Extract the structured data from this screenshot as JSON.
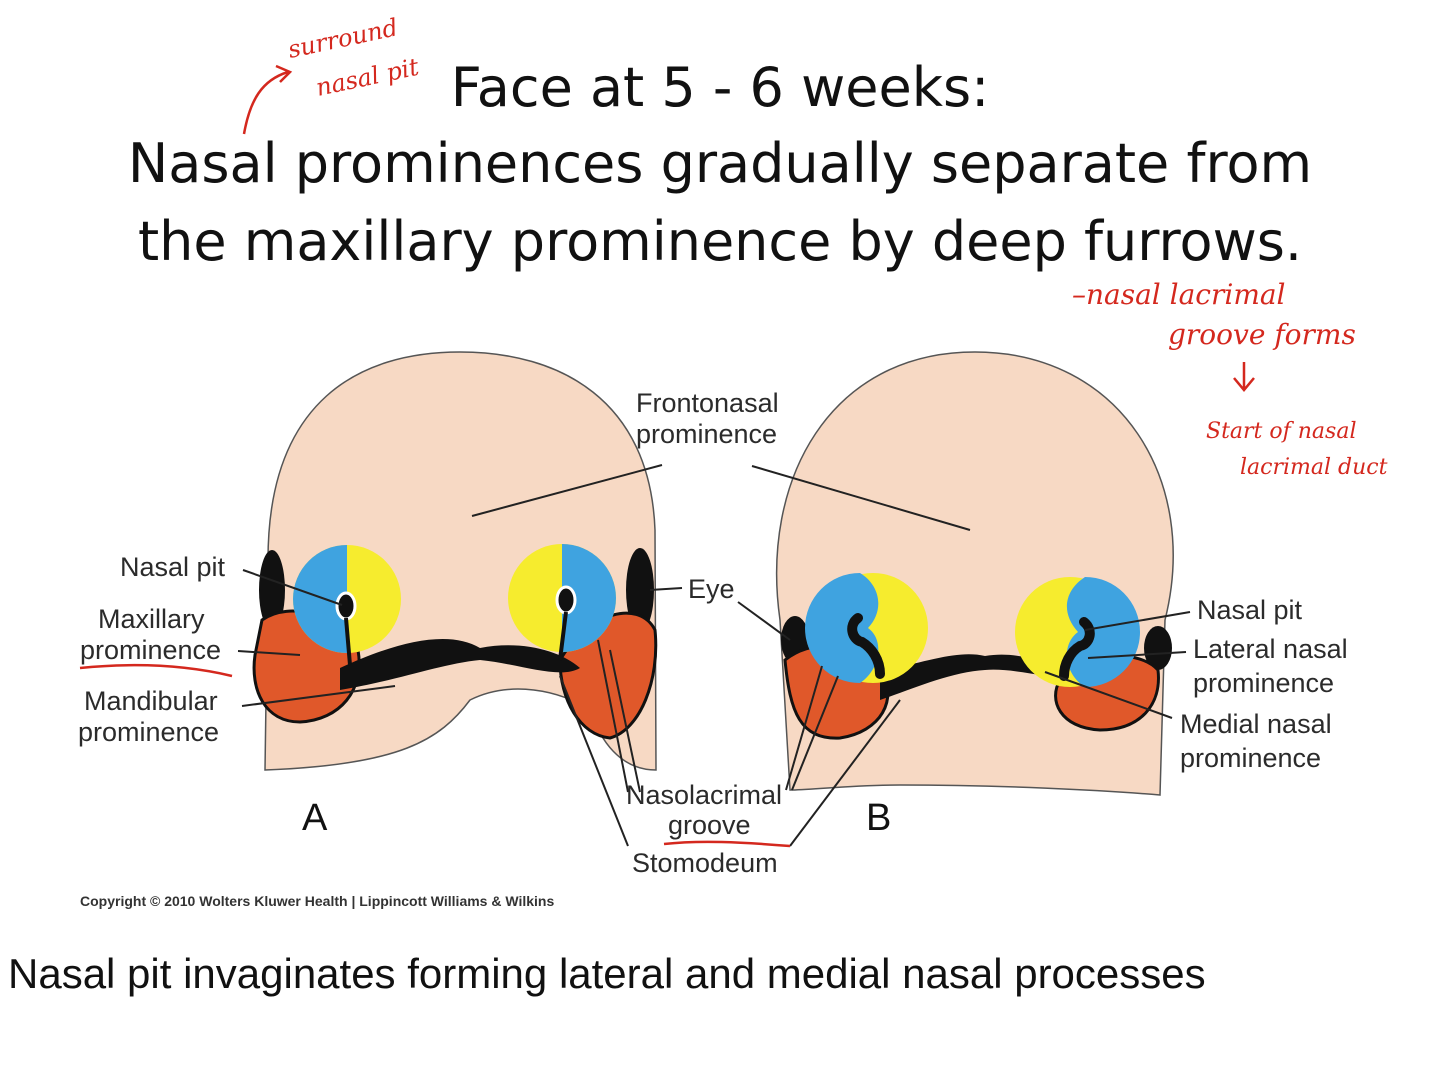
{
  "title": {
    "line1": "Face at 5 - 6 weeks:",
    "line2": "Nasal prominences gradually separate from",
    "line3": "the maxillary prominence by deep furrows."
  },
  "labels": {
    "frontonasal1": "Frontonasal",
    "frontonasal2": "prominence",
    "nasal_pit_a": "Nasal pit",
    "maxillary1": "Maxillary",
    "maxillary2": "prominence",
    "mandibular1": "Mandibular",
    "mandibular2": "prominence",
    "eye": "Eye",
    "nasal_pit_b": "Nasal pit",
    "lateral1": "Lateral nasal",
    "lateral2": "prominence",
    "medial1": "Medial nasal",
    "medial2": "prominence",
    "nasolacrimal1": "Nasolacrimal",
    "nasolacrimal2": "groove",
    "stomodeum": "Stomodeum",
    "panel_a": "A",
    "panel_b": "B"
  },
  "copyright": "Copyright © 2010 Wolters Kluwer Health | Lippincott Williams & Wilkins",
  "annotations": {
    "top_left_1": "surround",
    "top_left_2": "nasal pit",
    "right_1": "–nasal lacrimal",
    "right_2": "groove forms",
    "right_3": "Start of nasal",
    "right_4": "lacrimal duct"
  },
  "caption": "Nasal pit invaginates forming lateral and medial nasal processes",
  "colors": {
    "skin": "#f7d9c4",
    "blue": "#3fa3e0",
    "yellow": "#f6ec2e",
    "orange": "#e0582a",
    "black": "#111111",
    "annotation_red": "#d4281e"
  }
}
